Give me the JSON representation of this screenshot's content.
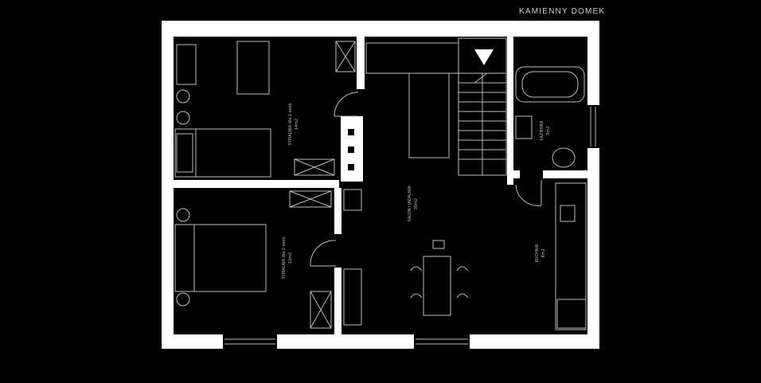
{
  "brand": "KAMIENNY DOMEK",
  "rooms": {
    "bedroom_top": {
      "name": "SYPIALNIA dla 2 osób",
      "area": "14m2"
    },
    "bedroom_bottom": {
      "name": "SYPIALNIA dla 2 osób",
      "area": "12m2"
    },
    "living": {
      "name": "SALON I JADALNIA",
      "area": "30m2"
    },
    "bathroom": {
      "name": "ŁAZIENKA",
      "area": "5m2"
    },
    "kitchen": {
      "name": "KUCHNIA",
      "area": "8m2"
    }
  },
  "colors": {
    "background": "#000000",
    "wall": "#ffffff",
    "line": "#bdbdbd"
  }
}
